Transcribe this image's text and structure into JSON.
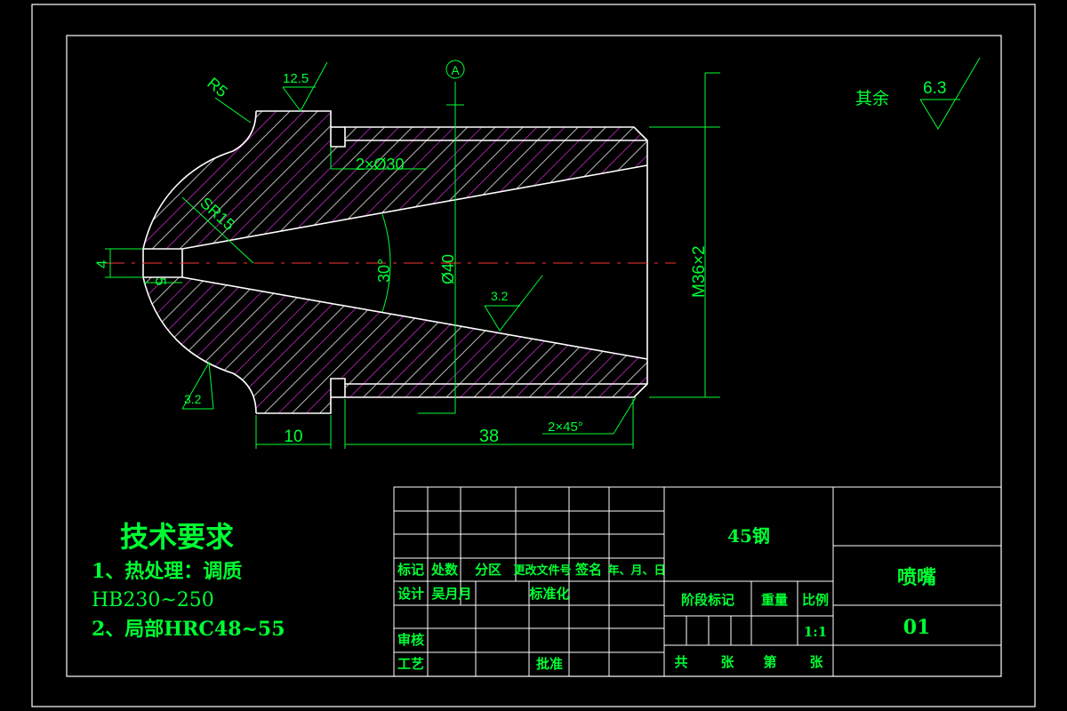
{
  "colors": {
    "background": "#000000",
    "frame": "#ffffff",
    "outline": "#ffffff",
    "dimension": "#00ff33",
    "hatch": "#ff33ff",
    "centerline": "#ff3333",
    "dark_hatch": "#1a1a1a"
  },
  "roughness": {
    "top": "12.5",
    "bore": "3.2",
    "bottom_left": "3.2",
    "general_label": "其余",
    "general_value": "6.3"
  },
  "datum": {
    "letter": "A"
  },
  "dimensions": {
    "r5": "R5",
    "sr15": "SR15",
    "chamfer_top": "2×Ø30",
    "angle": "30°",
    "diameter": "Ø40",
    "thread": "M36×2",
    "tip_dia": "4",
    "tip_len": "5",
    "len_10": "10",
    "len_38": "38",
    "chamfer_bottom": "2×45°"
  },
  "tech_requirements": {
    "title": "技术要求",
    "line1": "1、热处理：调质",
    "line2": "HB230~250",
    "line3": "2、局部HRC48~55"
  },
  "title_block": {
    "material": "45钢",
    "part_name": "喷嘴",
    "drawing_no": "01",
    "headers": [
      "标记",
      "处数",
      "分区",
      "更改文件号",
      "签名",
      "年、月、日"
    ],
    "design_label": "设计",
    "designer": "吴月月",
    "standardization": "标准化",
    "stage_mark": "阶段标记",
    "weight": "重量",
    "scale_label": "比例",
    "scale": "1:1",
    "review": "审核",
    "process": "工艺",
    "approve": "批准",
    "sheets_total": "共",
    "sheets_unit1": "张",
    "sheet_no": "第",
    "sheets_unit2": "张"
  }
}
